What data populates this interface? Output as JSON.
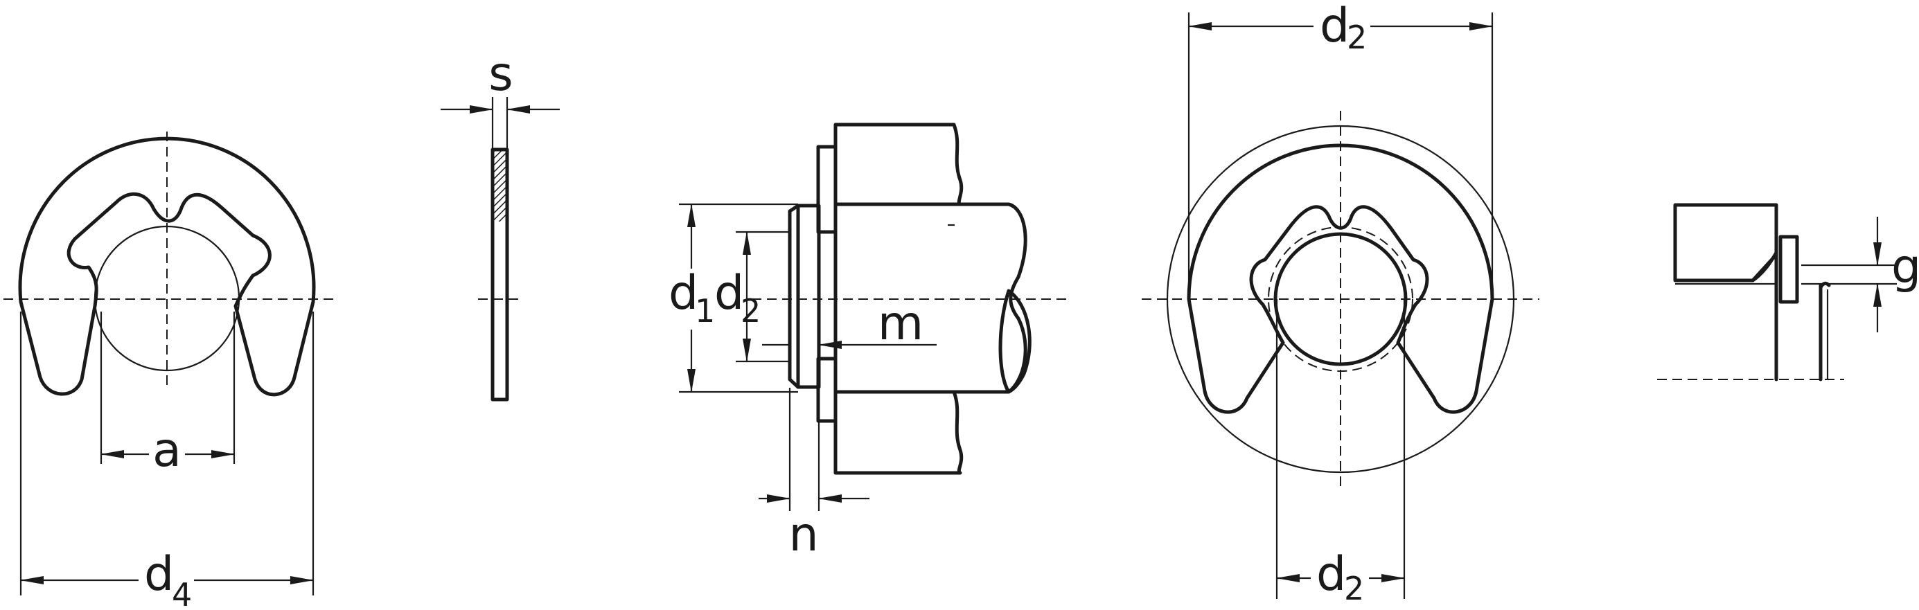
{
  "labels": {
    "a": "a",
    "d": "d",
    "s": "s",
    "n": "n",
    "m": "m",
    "g": "g",
    "sub1": "1",
    "sub2": "2",
    "sub4": "4"
  },
  "views": [
    "e-clip-front-view",
    "e-clip-side-view",
    "installation-section-view",
    "installed-front-view",
    "groove-detail-view"
  ]
}
